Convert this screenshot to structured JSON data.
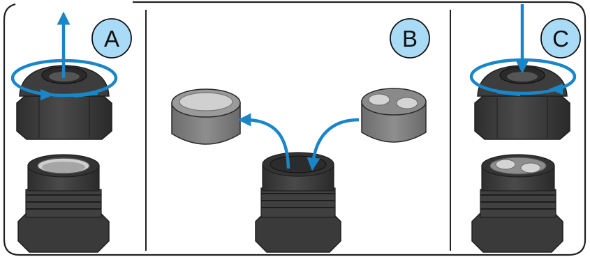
{
  "title_fragment": "",
  "panels": [
    {
      "id": "A",
      "label": "A",
      "step": "loosen-nut-remove"
    },
    {
      "id": "B",
      "label": "B",
      "step": "swap-seal-insert"
    },
    {
      "id": "C",
      "label": "C",
      "step": "insert-tighten-nut"
    }
  ],
  "colors": {
    "arrow": "#1a86c8",
    "label_circle": "#a9dbf6",
    "nut_body": "#454545",
    "nut_dark": "#2c2c2c",
    "seal_gray": "#8f8f8f",
    "seal_light": "#cfcfcf",
    "border": "#222222"
  },
  "icons": [
    "arrow-up-icon",
    "arrow-down-icon",
    "rotate-icon",
    "curved-arrow-icon"
  ]
}
